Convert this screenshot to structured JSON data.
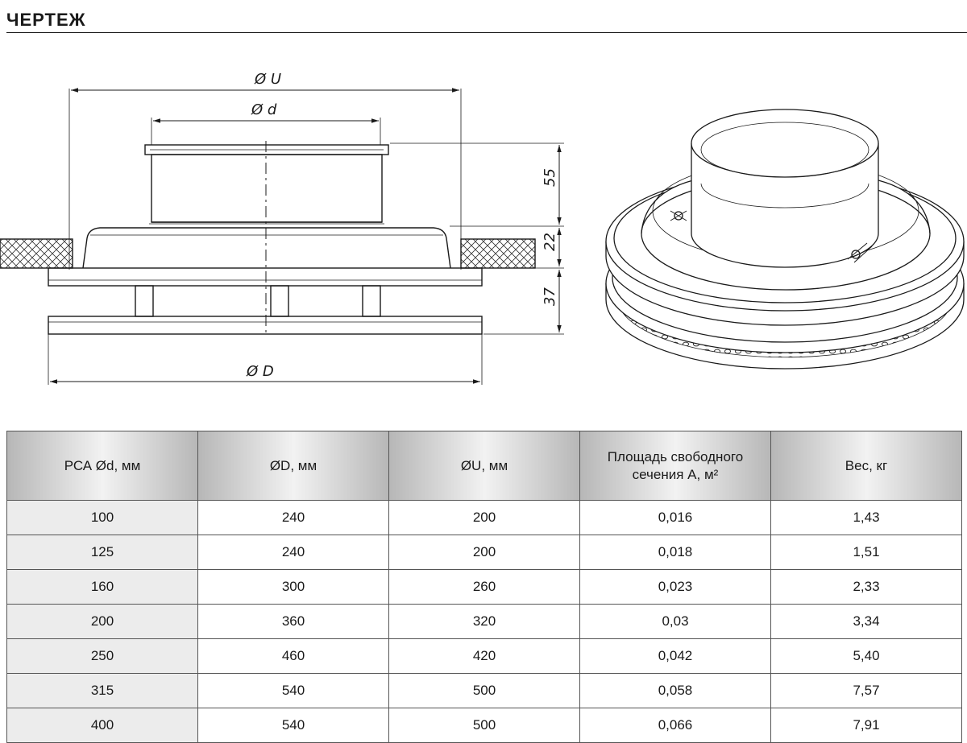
{
  "header": {
    "title": "ЧЕРТЕЖ"
  },
  "drawing": {
    "dim_U": "Ø U",
    "dim_d": "Ø d",
    "dim_D": "Ø D",
    "dim_55": "55",
    "dim_22": "22",
    "dim_37": "37"
  },
  "table": {
    "headers": [
      "РСА Ød, мм",
      "ØD, мм",
      "ØU, мм",
      "Площадь свободного сечения А, м²",
      "Вес, кг"
    ],
    "rows": [
      [
        "100",
        "240",
        "200",
        "0,016",
        "1,43"
      ],
      [
        "125",
        "240",
        "200",
        "0,018",
        "1,51"
      ],
      [
        "160",
        "300",
        "260",
        "0,023",
        "2,33"
      ],
      [
        "200",
        "360",
        "320",
        "0,03",
        "3,34"
      ],
      [
        "250",
        "460",
        "420",
        "0,042",
        "5,40"
      ],
      [
        "315",
        "540",
        "500",
        "0,058",
        "7,57"
      ],
      [
        "400",
        "540",
        "500",
        "0,066",
        "7,91"
      ]
    ]
  }
}
